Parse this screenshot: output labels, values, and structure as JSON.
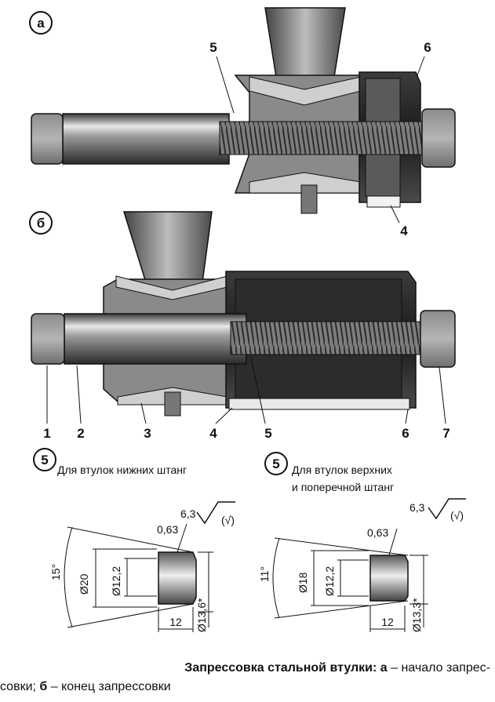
{
  "figure_a": {
    "letter": "а",
    "callouts": [
      "5",
      "6",
      "4"
    ]
  },
  "figure_b": {
    "letter": "б",
    "callouts": [
      "1",
      "2",
      "3",
      "4",
      "5",
      "6",
      "7"
    ]
  },
  "bushing_lower": {
    "number": "5",
    "title": "Для втулок нижних штанг",
    "roughness_top": "6,3",
    "roughness_extra": "(√)",
    "chamfer": "0,63",
    "angle": "15°",
    "d_outer": "Ø20",
    "d_inner": "Ø12,2",
    "length": "12",
    "d_press": "Ø13,6*"
  },
  "bushing_upper": {
    "number": "5",
    "title_line1": "Для втулок верхних",
    "title_line2": "и поперечной штанг",
    "roughness_top": "6,3",
    "roughness_extra": "(√)",
    "chamfer": "0,63",
    "angle": "11°",
    "d_outer": "Ø18",
    "d_inner": "Ø12,2",
    "length": "12",
    "d_press": "Ø13,3*"
  },
  "caption": {
    "bold": "Запрессовка стальной втулки:",
    "a_letter": "а",
    "a_text": "– начало запрес-",
    "line2_start": "совки;",
    "b_letter": "б",
    "b_text": "– конец запрессовки"
  }
}
